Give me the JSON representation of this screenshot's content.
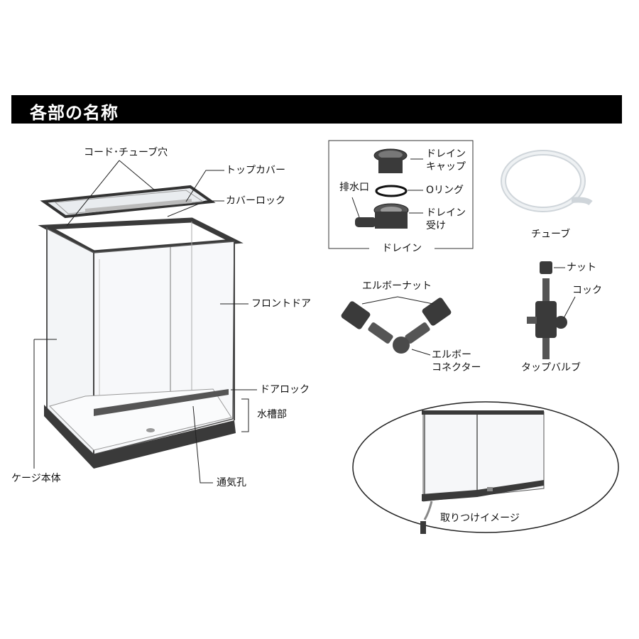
{
  "header": {
    "title": "各部の名称"
  },
  "labels": {
    "cord_tube_hole": "コード･チューブ穴",
    "top_cover": "トップカバー",
    "cover_lock": "カバーロック",
    "front_door": "フロントドア",
    "cage_body": "ケージ本体",
    "door_lock": "ドアロック",
    "water_tank": "水槽部",
    "vent_hole": "通気孔",
    "drain_cap_1": "ドレイン",
    "drain_cap_2": "キャップ",
    "drain_outlet": "排水口",
    "o_ring": "Oリング",
    "drain_receiver_1": "ドレイン",
    "drain_receiver_2": "受け",
    "drain": "ドレイン",
    "tube": "チューブ",
    "elbow_nut": "エルボーナット",
    "elbow_connector_1": "エルボー",
    "elbow_connector_2": "コネクター",
    "nut": "ナット",
    "cock": "コック",
    "tap_valve": "タップバルブ",
    "install_image": "取りつけイメージ"
  },
  "colors": {
    "header_bg": "#000000",
    "frame": "#3a3a3a",
    "glass": "#f2f4f6"
  }
}
